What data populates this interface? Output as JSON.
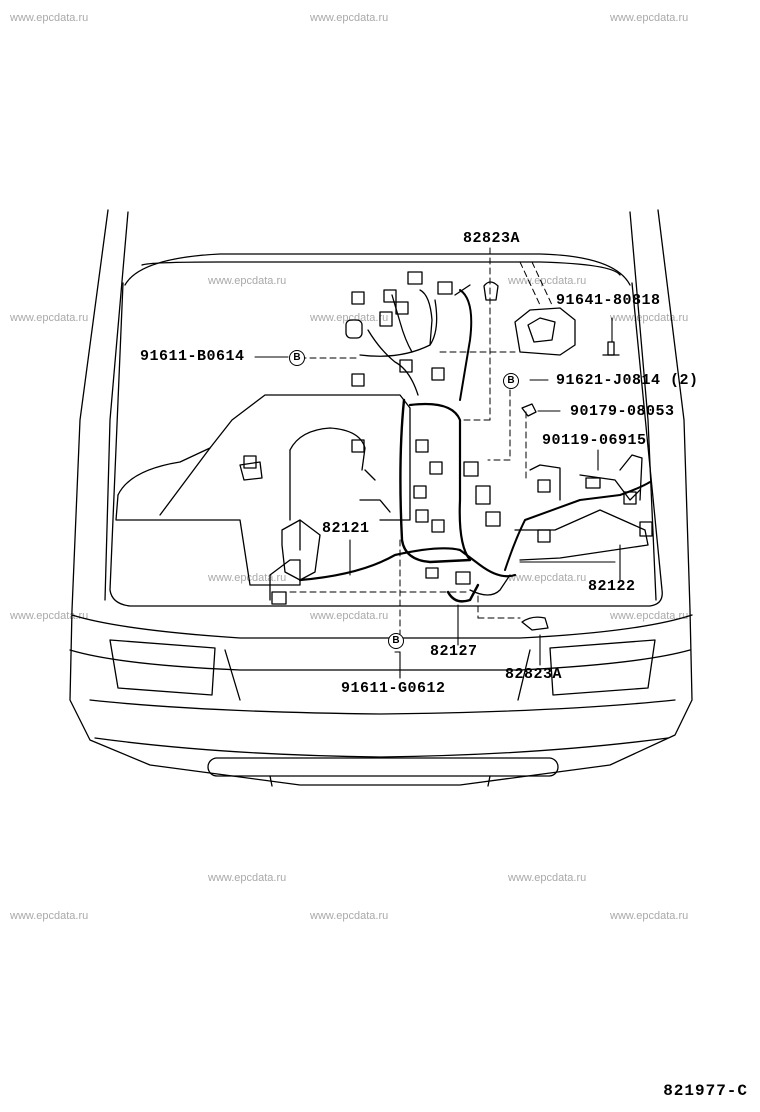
{
  "watermark": "www.epcdata.ru",
  "callouts": {
    "p82823a_top": "82823A",
    "p91641": "91641-80818",
    "p91611_b": "91611-B0614",
    "p91621": "91621-J0814 (2)",
    "p90179": "90179-08053",
    "p90119": "90119-06915",
    "p82121": "82121",
    "p82122": "82122",
    "p82127": "82127",
    "p82823a_bottom": "82823A",
    "p91611_g": "91611-G0612"
  },
  "b_marker": "B",
  "diagram_code": "821977-C"
}
